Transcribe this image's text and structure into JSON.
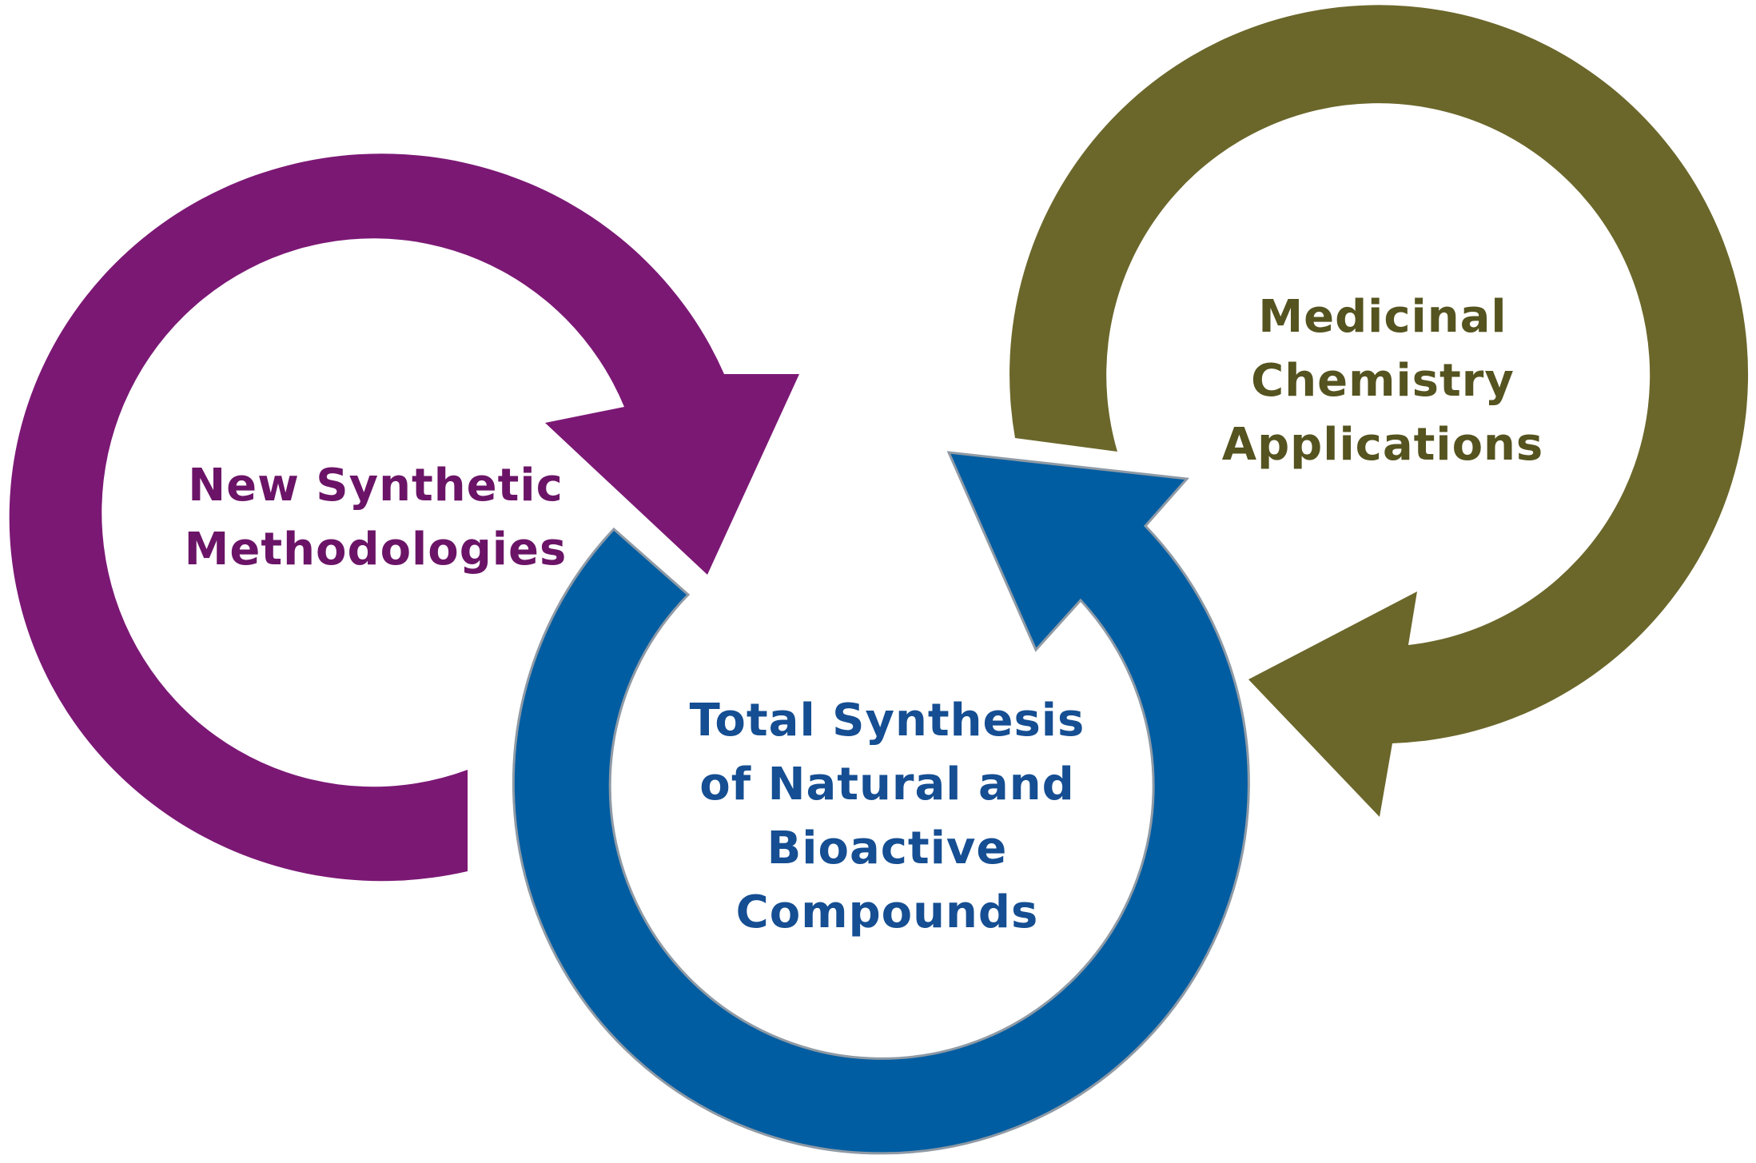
{
  "colors": {
    "methodologies_arrow": "#7b1874",
    "methodologies_text": "#6b1467",
    "total_synthesis_arrow": "#005da2",
    "total_synthesis_edge": "#8f9aa5",
    "total_synthesis_text": "#154e92",
    "medicinal_arrow": "#6b672b",
    "medicinal_text": "#55531f",
    "background": "#ffffff"
  },
  "cycles": [
    {
      "id": "methodologies",
      "label_lines": [
        "New Synthetic",
        "Methodologies"
      ]
    },
    {
      "id": "total-synthesis",
      "label_lines": [
        "Total Synthesis",
        "of Natural and",
        "Bioactive",
        "Compounds"
      ]
    },
    {
      "id": "medicinal",
      "label_lines": [
        "Medicinal",
        "Chemistry",
        "Applications"
      ]
    }
  ]
}
